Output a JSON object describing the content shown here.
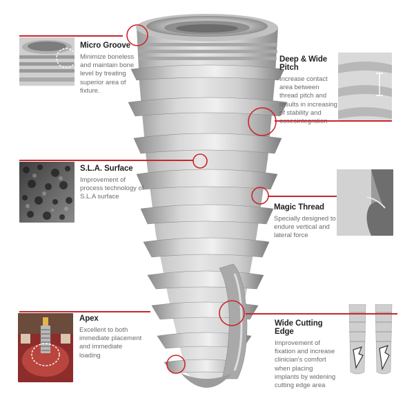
{
  "features": [
    {
      "id": "micro-groove",
      "title": "Micro Groove",
      "description": [
        "Minimize boneless",
        "and maintain bone",
        "level by treating",
        "superior area of",
        "fixture."
      ]
    },
    {
      "id": "deep-wide-pitch",
      "title": "Deep & Wide Pitch",
      "description": [
        "Increase contact",
        "area between",
        "thread pitch and",
        "results in increasing",
        "of stability and",
        "osseointegration"
      ]
    },
    {
      "id": "sla-surface",
      "title": "S.L.A. Surface",
      "description": [
        "Improvement of",
        "process technology of",
        "S.L.A surface"
      ]
    },
    {
      "id": "magic-thread",
      "title": "Magic Thread",
      "description": [
        "Specially designed to",
        "endure vertical and",
        "lateral force"
      ]
    },
    {
      "id": "apex",
      "title": "Apex",
      "description": [
        "Excellent to both",
        "immediate placement",
        "and immediate",
        "loading"
      ]
    },
    {
      "id": "wide-cutting-edge",
      "title": "Wide Cutting Edge",
      "description": [
        "Improvement of",
        "fixation and increase",
        "clinician's comfort",
        "when placing",
        "implants by widening",
        "cutting edge area"
      ]
    }
  ],
  "colors": {
    "accent": "#c8262c",
    "title_text": "#222222",
    "body_text": "#6a6a6a",
    "implant_light": "#d6d6d6",
    "implant_dark": "#7d7d7d",
    "background": "#ffffff"
  }
}
